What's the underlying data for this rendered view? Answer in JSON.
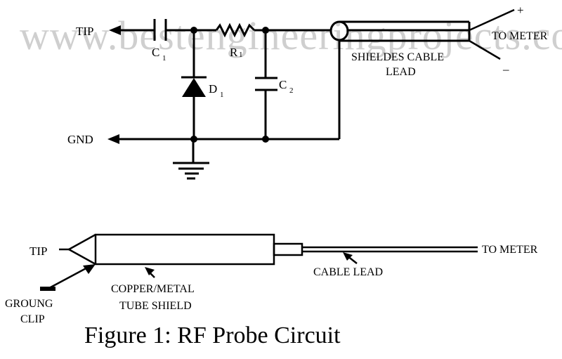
{
  "watermark": "www.bestengineeringprojects.com",
  "circuit": {
    "tip_label": "TIP",
    "gnd_label": "GND",
    "c1": {
      "letter": "C",
      "index": "1"
    },
    "r1": {
      "letter": "R",
      "index": "1"
    },
    "d1": {
      "letter": "D",
      "index": "1"
    },
    "c2": {
      "letter": "C",
      "index": "2"
    },
    "cable_label_line1": "SHIELDES CABLE",
    "cable_label_line2": "LEAD",
    "to_meter": "TO METER",
    "plus": "+",
    "minus": "–"
  },
  "probe": {
    "tip_label": "TIP",
    "ground_clip_line1": "GROUNG",
    "ground_clip_line2": "CLIP",
    "shield_line1": "COPPER/METAL",
    "shield_line2": "TUBE SHIELD",
    "cable_lead": "CABLE LEAD",
    "to_meter": "TO METER"
  },
  "caption": "Figure 1: RF Probe Circuit"
}
